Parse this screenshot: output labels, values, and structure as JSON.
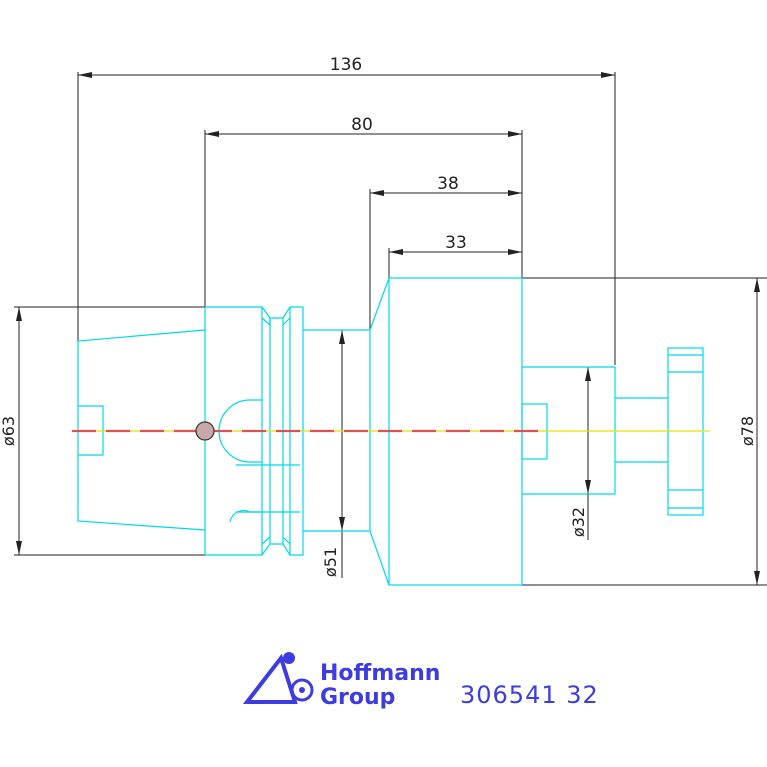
{
  "dimensions": {
    "overall_length": "136",
    "length_80": "80",
    "length_38": "38",
    "length_33": "33",
    "dia_63": "ø63",
    "dia_51": "ø51",
    "dia_32": "ø32",
    "dia_78": "ø78"
  },
  "logo": {
    "line1": "Hoffmann",
    "line2": "Group"
  },
  "part_number": "306541  32",
  "colors": {
    "outline": "#00d8e8",
    "dimension": "#222222",
    "brand": "#3c3ce0",
    "centerline_yellow": "#e8e000",
    "centerline_red": "#e05050"
  }
}
